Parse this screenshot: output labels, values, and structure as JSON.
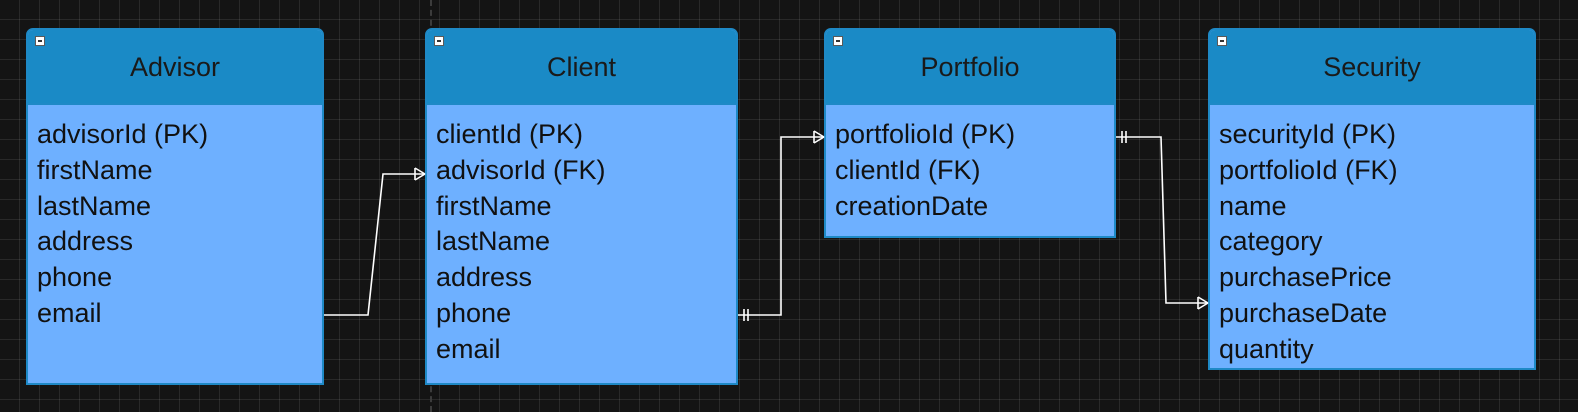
{
  "diagram": {
    "entities": [
      {
        "id": "advisor",
        "title": "Advisor",
        "attributes": [
          "advisorId (PK)",
          "firstName",
          "lastName",
          "address",
          "phone",
          "email"
        ]
      },
      {
        "id": "client",
        "title": "Client",
        "attributes": [
          "clientId (PK)",
          "advisorId (FK)",
          "firstName",
          "lastName",
          "address",
          "phone",
          "email"
        ]
      },
      {
        "id": "portfolio",
        "title": "Portfolio",
        "attributes": [
          "portfolioId (PK)",
          "clientId (FK)",
          "creationDate"
        ]
      },
      {
        "id": "security",
        "title": "Security",
        "attributes": [
          "securityId (PK)",
          "portfolioId (FK)",
          "name",
          "category",
          "purchasePrice",
          "purchaseDate",
          "quantity"
        ]
      }
    ],
    "relationships": [
      {
        "from": "advisor.email",
        "to": "client.advisorId (FK)",
        "from_end": "none",
        "to_end": "one-or-many"
      },
      {
        "from": "client.phone",
        "to": "portfolio.portfolioId (PK)",
        "from_end": "one-and-only-one",
        "to_end": "one-or-many"
      },
      {
        "from": "portfolio.portfolioId (PK)",
        "to": "security.purchaseDate",
        "from_end": "one-and-only-one",
        "to_end": "one-or-many"
      }
    ],
    "colors": {
      "canvas_background": "#141414",
      "grid_line": "#2a2a2a",
      "entity_header": "#1a8ac6",
      "entity_body": "#6eb0ff",
      "entity_border": "#1e89c6",
      "connector_line": "#ffffff",
      "text": "#111111"
    }
  }
}
